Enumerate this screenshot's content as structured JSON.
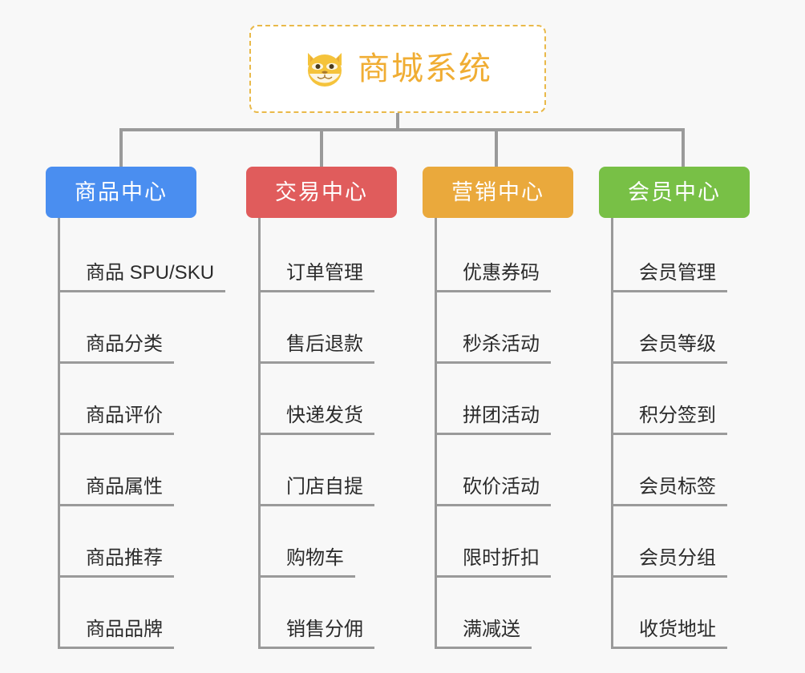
{
  "page": {
    "background_color": "#f8f8f8",
    "line_color": "#9a9a9a",
    "text_color": "#2b2b2b"
  },
  "root": {
    "title": "商城系统",
    "icon": "shiba-dog-face-emoji",
    "text_color": "#f0ad33",
    "border_color": "#e9b949",
    "fill_color": "#ffffff"
  },
  "columns": [
    {
      "header": "商品中心",
      "color": "#4a8ef0",
      "items": [
        "商品 SPU/SKU",
        "商品分类",
        "商品评价",
        "商品属性",
        "商品推荐",
        "商品品牌"
      ]
    },
    {
      "header": "交易中心",
      "color": "#e05c5c",
      "items": [
        "订单管理",
        "售后退款",
        "快递发货",
        "门店自提",
        "购物车",
        "销售分佣"
      ]
    },
    {
      "header": "营销中心",
      "color": "#eaa93c",
      "items": [
        "优惠券码",
        "秒杀活动",
        "拼团活动",
        "砍价活动",
        "限时折扣",
        "满减送"
      ]
    },
    {
      "header": "会员中心",
      "color": "#78c046",
      "items": [
        "会员管理",
        "会员等级",
        "积分签到",
        "会员标签",
        "会员分组",
        "收货地址"
      ]
    }
  ]
}
